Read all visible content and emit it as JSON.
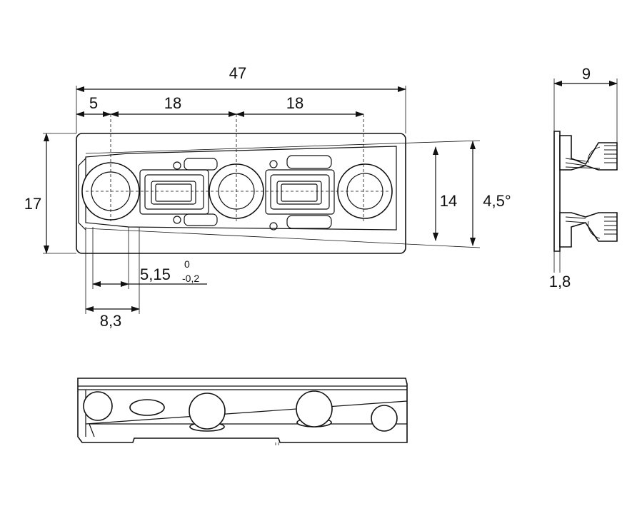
{
  "drawing": {
    "dimensions": {
      "overall_length": "47",
      "edge_to_first_hole": "5",
      "hole_pitch_1": "18",
      "hole_pitch_2": "18",
      "height": "17",
      "inner_height": "14",
      "angle": "4,5°",
      "slot_offset_main": "5,15",
      "slot_offset_tol_upper": "0",
      "slot_offset_tol_lower": "-0,2",
      "inset": "8,3",
      "side_width": "9",
      "side_thickness": "1,8"
    }
  }
}
